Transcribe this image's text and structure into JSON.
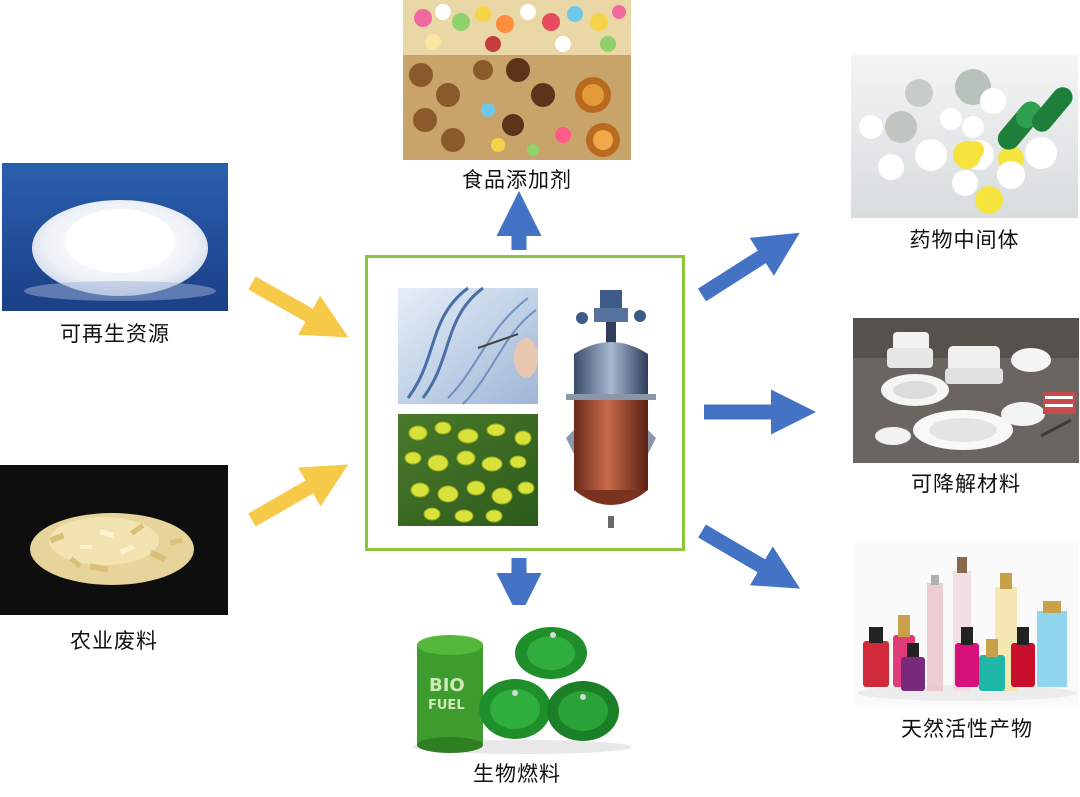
{
  "inputs": [
    {
      "label": "可再生资源",
      "image": "white-crystal-powder-pile"
    },
    {
      "label": "农业废料",
      "image": "agricultural-residue-chips"
    }
  ],
  "center": {
    "images": [
      "dna-strand-manipulation",
      "microbial-cells-micrograph",
      "bioreactor-vessel"
    ]
  },
  "outputs": [
    {
      "label": "食品添加剂",
      "image": "candies-and-pastries"
    },
    {
      "label": "药物中间体",
      "image": "pills-and-capsules"
    },
    {
      "label": "可降解材料",
      "image": "disposable-tableware"
    },
    {
      "label": "天然活性产物",
      "image": "perfume-and-nail-polish-bottles"
    },
    {
      "label": "生物燃料",
      "image": "green-biofuel-barrels"
    }
  ],
  "colors": {
    "input_arrow": "#f7c948",
    "output_arrow": "#4472c4",
    "hub_border": "#8cc63f"
  }
}
